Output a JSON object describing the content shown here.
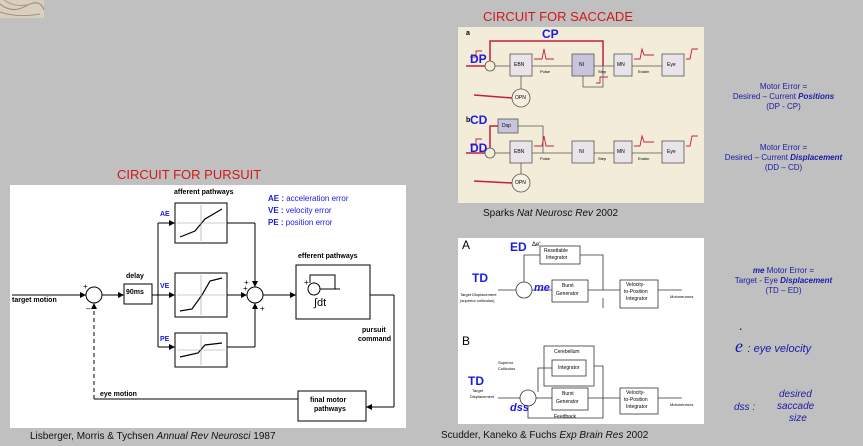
{
  "saccade_title": "CIRCUIT FOR SACCADE",
  "pursuit_title": "CIRCUIT FOR PURSUIT",
  "pursuit": {
    "afferent_pathways": "afferent pathways",
    "efferent_pathways": "efferent pathways",
    "delay": "delay",
    "delay_value": "90ms",
    "target_motion": "target motion",
    "eye_motion": "eye motion",
    "final_motor_pathways_1": "final motor",
    "final_motor_pathways_2": "pathways",
    "pursuit_command_1": "pursuit",
    "pursuit_command_2": "command",
    "integral": "∫dt",
    "AE": "AE",
    "VE": "VE",
    "PE": "PE",
    "legend": [
      {
        "abbr": "AE",
        "sep": " : ",
        "text": "acceleration error"
      },
      {
        "abbr": "VE",
        "sep": " : ",
        "text": "velocity error"
      },
      {
        "abbr": "PE",
        "sep": " : ",
        "text": "position error"
      }
    ],
    "caption_plain": "Lisberger, Morris & Tychsen ",
    "caption_italic": "Annual Rev Neurosci",
    "caption_year": " 1987"
  },
  "sparks": {
    "label_a": "a",
    "label_b": "b",
    "CP": "CP",
    "DP": "DP",
    "CD": "CD",
    "DD": "DD",
    "boxes": {
      "ebn": "EBN",
      "ni": "NI",
      "mn": "MN",
      "eye": "Eye",
      "opn": "OPN",
      "dsp": "Dsp"
    },
    "small_labels": {
      "pulse": "Pulse",
      "step": "Step",
      "enaim": "Enaim"
    },
    "caption_plain": "Sparks ",
    "caption_italic": "Nat Neurosc Rev",
    "caption_year": " 2002"
  },
  "scudder": {
    "label_A": "A",
    "label_B": "B",
    "ED": "ED",
    "TD_top": "TD",
    "me": "me",
    "TD_bottom": "TD",
    "dss": "dss",
    "boxes": {
      "resettable_1": "Resettable",
      "resettable_2": "Integrator",
      "burst_1": "Burst",
      "burst_2": "Generator",
      "vel_1": "Velocity-",
      "vel_2": "to-Position",
      "vel_3": "Integrator",
      "cerebellum": "Cerebellum",
      "integrator": "Integrator"
    },
    "small": {
      "target_disp_1": "Target Displacement",
      "target_disp_2": "(superior colliculus)",
      "motoneurons": "Motoneurons",
      "superior_1": "Superior",
      "superior_2": "Colliculus",
      "target_1": "Target",
      "target_2": "Displacement",
      "feedback": "Feedback",
      "de": "Δe'"
    },
    "caption_plain": "Scudder, Kaneko & Fuchs ",
    "caption_italic": "Exp Brain Res",
    "caption_year": " 2002"
  },
  "notes": {
    "note1": {
      "l1": "Motor Error =",
      "l2a": "Desired – Current ",
      "l2b": "Positions",
      "l3": "(DP - CP)"
    },
    "note2": {
      "l1": "Motor Error =",
      "l2a": "Desired – Current ",
      "l2b": "Displacement",
      "l3": "(DD – CD)"
    },
    "note3": {
      "l1a": "me",
      "l1b": " Motor Error =",
      "l2a": "Target - Eye ",
      "l2b": "Displacement",
      "l3": "(TD – ED)"
    },
    "e_symbol": "e",
    "e_label": ": eye velocity",
    "dss_label": "dss :",
    "dss_desc_1": "desired",
    "dss_desc_2": "saccade",
    "dss_desc_3": "size"
  },
  "colors": {
    "red_title": "#d01818",
    "blue_labels": "#1a1ae0",
    "note_blue": "#1a1aa8",
    "background": "#c0c0c0",
    "sparks_bg": "#f2ecd8",
    "sparks_red": "#c02040"
  }
}
